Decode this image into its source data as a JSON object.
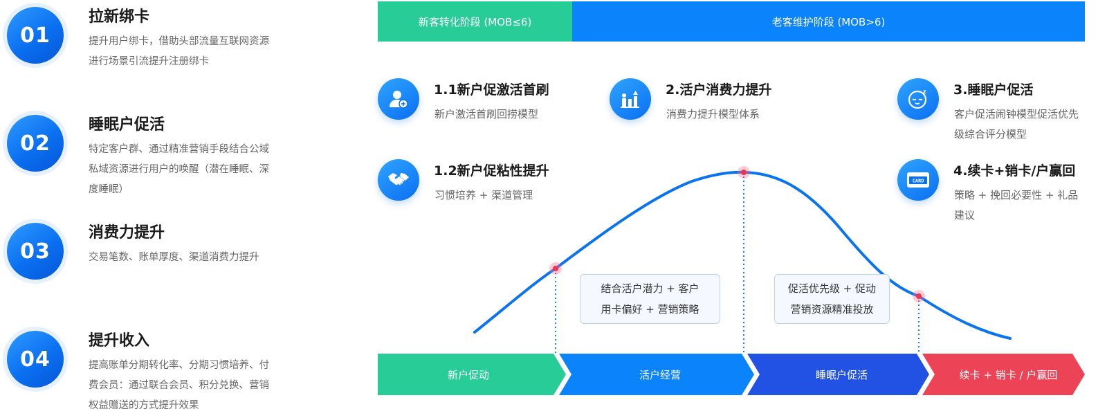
{
  "steps": [
    {
      "num": "01",
      "title": "拉新绑卡",
      "desc": "提升用户绑卡，借助头部流量互联网资源进行场景引流提升注册绑卡"
    },
    {
      "num": "02",
      "title": "睡眠户促活",
      "desc": "特定客户群、通过精准营销手段结合公域私域资源进行用户的唤醒（潜在睡眠、深度睡眠）"
    },
    {
      "num": "03",
      "title": "消费力提升",
      "desc": "交易笔数、账单厚度、渠道消费力提升"
    },
    {
      "num": "04",
      "title": "提升收入",
      "desc": "提高账单分期转化率、分期习惯培养、付费会员：通过联合会员、积分兑换、营销权益赠送的方式提升效果"
    }
  ],
  "phases": {
    "new": "新客转化阶段 (MOB≤6)",
    "old": "老客维护阶段 (MOB>6)"
  },
  "features": [
    {
      "title": "1.1新户促激活首刷",
      "desc": "新户激活首刷回捞模型",
      "icon": "user-add-icon"
    },
    {
      "title": "1.2新户促粘性提升",
      "desc": "习惯培养 + 渠道管理",
      "icon": "handshake-icon"
    },
    {
      "title": "2.活户消费力提升",
      "desc": "消费力提升模型体系",
      "icon": "growth-chart-icon"
    },
    {
      "title": "3.睡眠户促活",
      "desc": "客户促活闹钟模型促活优先级综合评分模型",
      "icon": "sleeping-face-icon"
    },
    {
      "title": "4.续卡+销卡/户赢回",
      "desc": "策略 + 挽回必要性 + 礼品建议",
      "icon": "card-icon",
      "icon_text": "CARD"
    }
  ],
  "notes": [
    "结合活户潜力 + 客户用卡偏好 + 营销策略",
    "促活优先级 + 促动营销资源精准投放"
  ],
  "stages": [
    "新户促动",
    "活户经营",
    "睡眠户促活",
    "续卡 + 销卡 / 户赢回"
  ],
  "colors": {
    "green": "#27cc97",
    "blue": "#0a83fb",
    "indigo": "#2252e4",
    "red": "#ec4357",
    "curve": "#0a73f0",
    "marker": "#ff6b8a"
  }
}
